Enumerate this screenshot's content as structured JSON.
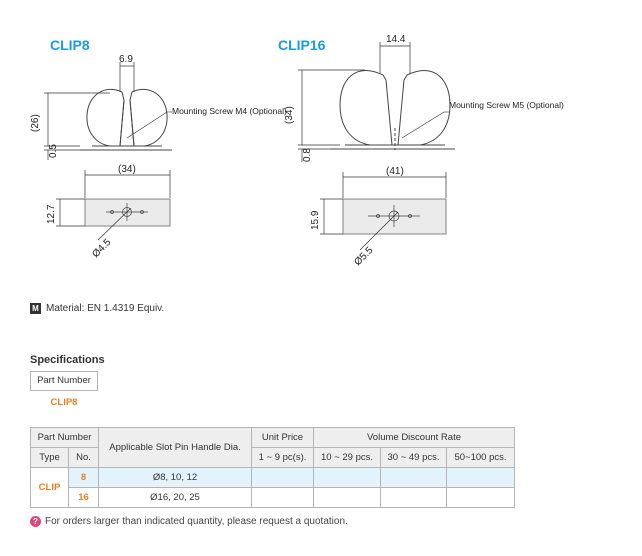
{
  "clip8": {
    "title": "CLIP8",
    "dim_slot": "6.9",
    "dim_height": "(26)",
    "dim_base": "0.5",
    "dim_width": "(34)",
    "dim_plate": "12.7",
    "dim_hole": "Ø4.5",
    "note": "Mounting Screw M4 (Optional)"
  },
  "clip16": {
    "title": "CLIP16",
    "dim_slot": "14.4",
    "dim_height": "(34)",
    "dim_base": "0.8",
    "dim_width": "(41)",
    "dim_plate": "15.9",
    "dim_hole": "Ø5.5",
    "note": "Mounting Screw M5 (Optional)"
  },
  "material": {
    "icon": "M",
    "text": "Material: EN 1.4319 Equiv."
  },
  "specifications": {
    "title": "Specifications",
    "part_number_label": "Part Number",
    "part_number_value": "CLIP8"
  },
  "table": {
    "part_number": "Part Number",
    "type": "Type",
    "no": "No.",
    "handle_dia": "Applicable Slot Pin Handle Dia.",
    "unit_price": "Unit Price",
    "unit_price_qty": "1 ~ 9 pc(s).",
    "volume_discount": "Volume Discount Rate",
    "vd1": "10 ~ 29 pcs.",
    "vd2": "30 ~ 49 pcs.",
    "vd3": "50~100 pcs.",
    "type_value": "CLIP",
    "rows": [
      {
        "no": "8",
        "dia": "Ø8, 10, 12"
      },
      {
        "no": "16",
        "dia": "Ø16, 20, 25"
      }
    ]
  },
  "footnote": {
    "icon": "question-icon",
    "text": "For orders larger than indicated quantity, please request a quotation."
  }
}
